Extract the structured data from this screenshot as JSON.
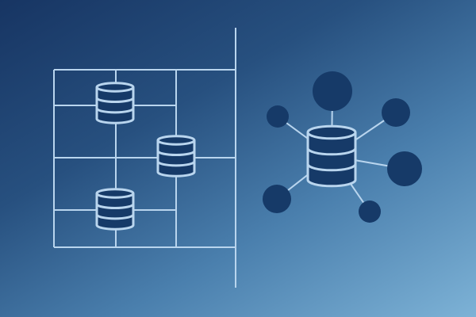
{
  "colors": {
    "background_dark": "#173563",
    "background_light": "#7db2d6",
    "line": "#b9d5ee",
    "node_fill": "#163a68"
  },
  "icons": {
    "grid_databases": [
      "database-icon",
      "database-icon",
      "database-icon"
    ],
    "hub_database": "database-icon",
    "hub_nodes": [
      "node-circle",
      "node-circle",
      "node-circle",
      "node-circle",
      "node-circle",
      "node-circle"
    ]
  }
}
